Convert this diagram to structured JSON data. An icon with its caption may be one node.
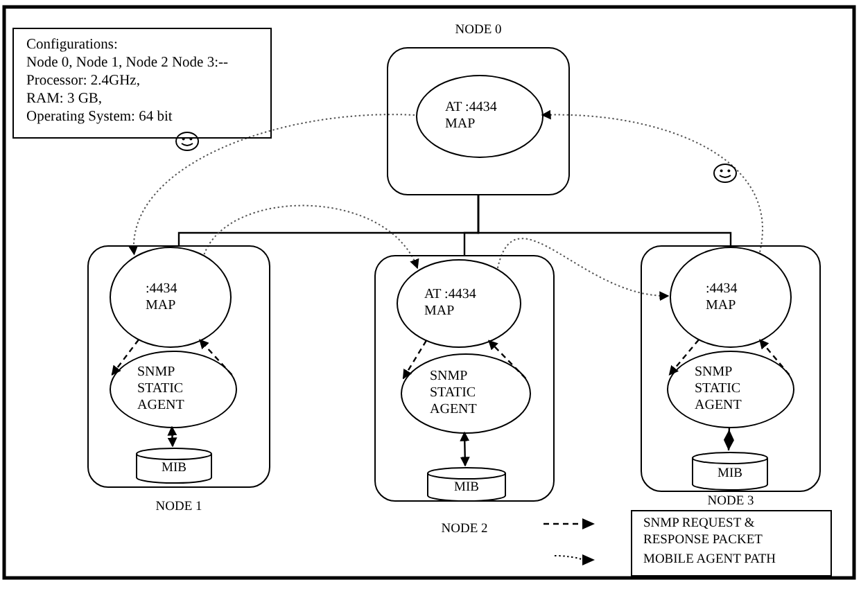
{
  "diagram": {
    "nodes": [
      {
        "text": [
          "NODE 0"
        ]
      },
      {
        "text": [
          "AT :4434 MAP"
        ],
        "in": 0
      },
      {
        "text": [
          "NODE 1"
        ]
      },
      {
        "text": [
          ":4434 MAP"
        ],
        "in": 2
      },
      {
        "text": [
          "SNMP STATIC AGENT"
        ],
        "in": 2
      },
      {
        "text": [
          "MIB"
        ],
        "in": 2
      },
      {
        "text": [
          "NODE 2"
        ]
      },
      {
        "text": [
          "AT :4434 MAP"
        ],
        "in": 6
      },
      {
        "text": [
          "SNMP STATIC AGENT"
        ],
        "in": 6
      },
      {
        "text": [
          "MIB"
        ],
        "in": 6
      },
      {
        "text": [
          "NODE 3"
        ]
      },
      {
        "text": [
          ":4434 MAP"
        ],
        "in": 10
      },
      {
        "text": [
          "SNMP STATIC AGENT"
        ],
        "in": 10
      },
      {
        "text": [
          "MIB"
        ],
        "in": 10
      },
      {
        "text": [
          "Configurations:",
          "Node 0, Node 1, Node 2 Node 3:--",
          "Processor: 2.4GHz,",
          "RAM: 3 GB,",
          "Operating System: 64 bit"
        ]
      }
    ],
    "edges": [
      {
        "from": 0,
        "to": 2,
        "arrow": "none"
      },
      {
        "from": 0,
        "to": 6,
        "arrow": "none"
      },
      {
        "from": 0,
        "to": 10,
        "arrow": "none"
      },
      {
        "from": 1,
        "to": 3,
        "arrow": "to",
        "style": "dashed",
        "color": "#555555"
      },
      {
        "from": 3,
        "to": 7,
        "arrow": "to",
        "style": "dashed",
        "color": "#555555"
      },
      {
        "from": 7,
        "to": 11,
        "arrow": "to",
        "style": "dashed",
        "color": "#555555"
      },
      {
        "from": 11,
        "to": 1,
        "arrow": "to",
        "style": "dashed",
        "color": "#555555"
      },
      {
        "from": 3,
        "to": 4,
        "arrow": "to",
        "style": "dashed"
      },
      {
        "from": 4,
        "to": 3,
        "arrow": "to",
        "style": "dashed"
      },
      {
        "from": 7,
        "to": 8,
        "arrow": "to",
        "style": "dashed"
      },
      {
        "from": 8,
        "to": 7,
        "arrow": "to",
        "style": "dashed"
      },
      {
        "from": 11,
        "to": 12,
        "arrow": "to",
        "style": "dashed"
      },
      {
        "from": 12,
        "to": 11,
        "arrow": "to",
        "style": "dashed"
      },
      {
        "from": 4,
        "to": 5,
        "arrow": "both"
      },
      {
        "from": 8,
        "to": 9,
        "arrow": "both"
      },
      {
        "from": 12,
        "to": 13,
        "arrow": "other"
      }
    ],
    "legend": [
      {
        "text": "SNMP REQUEST & RESPONSE PACKET"
      },
      {
        "text": "MOBILE AGENT PATH"
      }
    ]
  }
}
